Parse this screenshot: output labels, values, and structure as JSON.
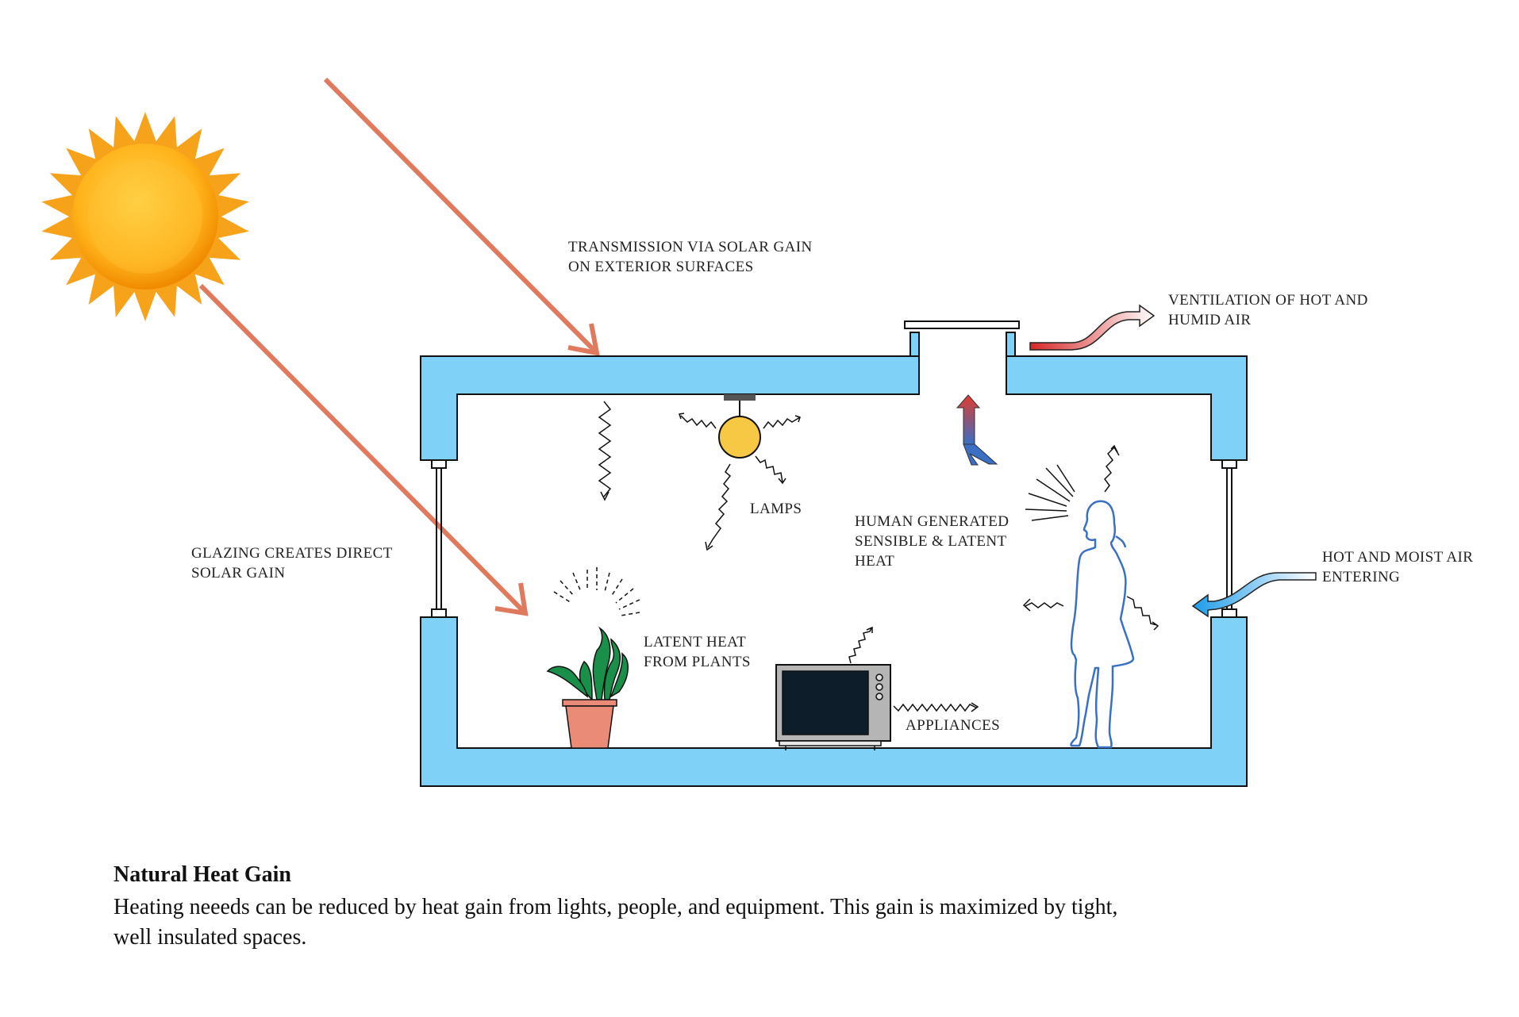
{
  "labels": {
    "transmission": [
      "TRANSMISSION VIA SOLAR GAIN",
      "ON EXTERIOR SURFACES"
    ],
    "ventilation": [
      "VENTILATION OF HOT AND",
      "HUMID AIR"
    ],
    "glazing": [
      "GLAZING CREATES DIRECT",
      "SOLAR GAIN"
    ],
    "lamps": [
      "LAMPS"
    ],
    "human": [
      "HUMAN GENERATED",
      "SENSIBLE & LATENT",
      "HEAT"
    ],
    "hot_moist": [
      "HOT AND MOIST AIR",
      "ENTERING"
    ],
    "plants": [
      "LATENT HEAT",
      "FROM PLANTS"
    ],
    "appliances": [
      "APPLIANCES"
    ]
  },
  "caption": {
    "title": "Natural Heat Gain",
    "text": "Heating neeeds can be reduced by heat gain from lights, people, and equipment. This gain is maximized by tight, well insulated spaces."
  },
  "colors": {
    "wall": "#7fd1f7",
    "solar_ray": "#e07a5f",
    "lamp": "#f7c843",
    "pot": "#e98b77",
    "leaf": "#1a8f4a",
    "person": "#3a6fc4",
    "tv_screen": "#0e1d2a",
    "tv_body": "#b5b5b5"
  }
}
